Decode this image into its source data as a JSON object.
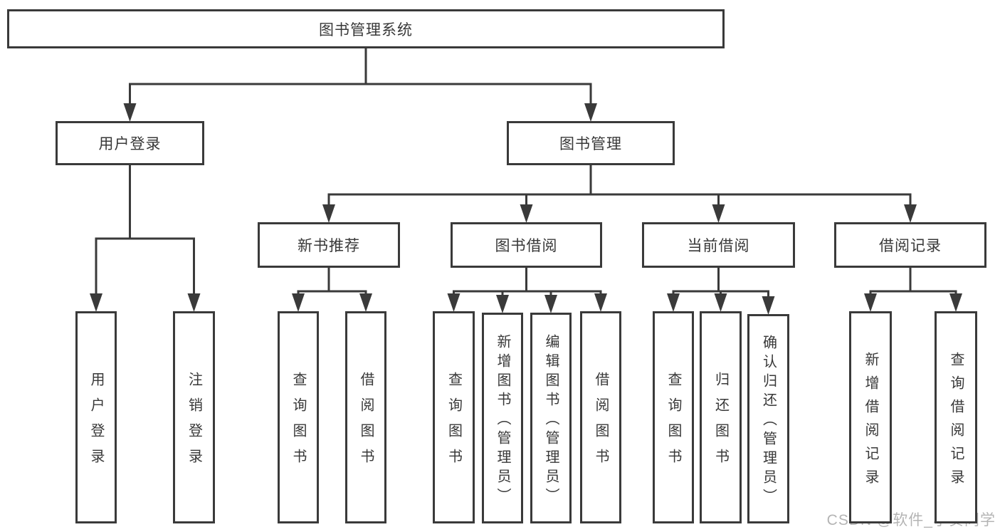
{
  "diagram_type": "hierarchy-tree",
  "colors": {
    "line": "#3a3a3a",
    "text": "#383838",
    "background": "#ffffff",
    "watermark": "#b4b4b4"
  },
  "watermark": {
    "text": "CSDN @软件_小贺同学"
  },
  "nodes": [
    {
      "id": "system",
      "label": "图书管理系统",
      "parent": null
    },
    {
      "id": "user-login",
      "label": "用户登录",
      "parent": "system"
    },
    {
      "id": "book-mgmt",
      "label": "图书管理",
      "parent": "system"
    },
    {
      "id": "leaf-login",
      "label": "用户登录",
      "parent": "user-login"
    },
    {
      "id": "leaf-logout",
      "label": "注销登录",
      "parent": "user-login"
    },
    {
      "id": "new-book-rec",
      "label": "新书推荐",
      "parent": "book-mgmt"
    },
    {
      "id": "book-borrow",
      "label": "图书借阅",
      "parent": "book-mgmt"
    },
    {
      "id": "current-borrow",
      "label": "当前借阅",
      "parent": "book-mgmt"
    },
    {
      "id": "borrow-record",
      "label": "借阅记录",
      "parent": "book-mgmt"
    },
    {
      "id": "rec-query-book",
      "label": "查询图书",
      "parent": "new-book-rec"
    },
    {
      "id": "rec-borrow-book",
      "label": "借阅图书",
      "parent": "new-book-rec"
    },
    {
      "id": "bb-query-book",
      "label": "查询图书",
      "parent": "book-borrow"
    },
    {
      "id": "bb-add-book",
      "label": "新增图书（管理员）",
      "parent": "book-borrow"
    },
    {
      "id": "bb-edit-book",
      "label": "编辑图书（管理员）",
      "parent": "book-borrow"
    },
    {
      "id": "bb-borrow-book",
      "label": "借阅图书",
      "parent": "book-borrow"
    },
    {
      "id": "cb-query-book",
      "label": "查询图书",
      "parent": "current-borrow"
    },
    {
      "id": "cb-return-book",
      "label": "归还图书",
      "parent": "current-borrow"
    },
    {
      "id": "cb-confirm-return",
      "label": "确认归还（管理员）",
      "parent": "current-borrow"
    },
    {
      "id": "br-add-record",
      "label": "新增借阅记录",
      "parent": "borrow-record"
    },
    {
      "id": "br-query-record",
      "label": "查询借阅记录",
      "parent": "borrow-record"
    }
  ]
}
